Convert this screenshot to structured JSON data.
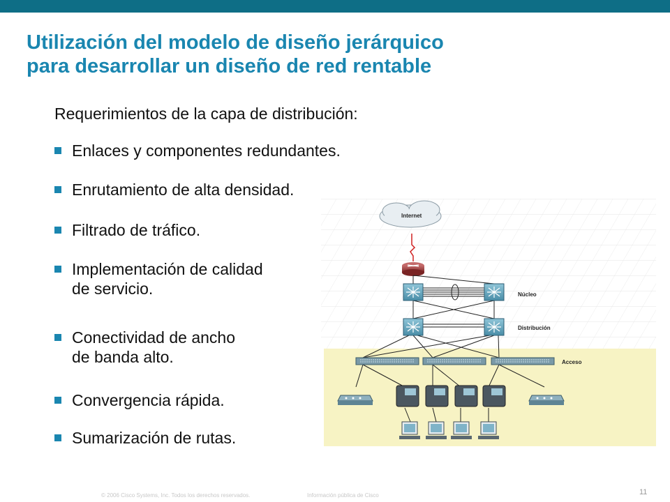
{
  "header": {
    "color": "#0e6e86"
  },
  "title": {
    "line1": "Utilización del modelo de diseño jerárquico",
    "line2": "para desarrollar un diseño de red rentable",
    "color": "#1a86b0"
  },
  "subtitle": "Requerimientos de la capa de distribución:",
  "bullets": [
    {
      "line1": "Enlaces y componentes redundantes.",
      "line2": ""
    },
    {
      "line1": "Enrutamiento de alta densidad.",
      "line2": ""
    },
    {
      "line1": "Filtrado de tráfico.",
      "line2": ""
    },
    {
      "line1": "Implementación de calidad",
      "line2": "de servicio."
    },
    {
      "line1": "Conectividad de ancho",
      "line2": "de banda alto."
    },
    {
      "line1": "Convergencia rápida.",
      "line2": ""
    },
    {
      "line1": "Sumarización de rutas.",
      "line2": ""
    }
  ],
  "diagram": {
    "cloud_label": "Internet",
    "layer_core": "Núcleo",
    "layer_distribution": "Distribución",
    "layer_access": "Acceso",
    "access_band_color": "#f7f3c4"
  },
  "footer": {
    "copyright": "© 2006 Cisco Systems, Inc. Todos los derechos reservados.",
    "classification": "Información pública de Cisco",
    "page": "11"
  }
}
